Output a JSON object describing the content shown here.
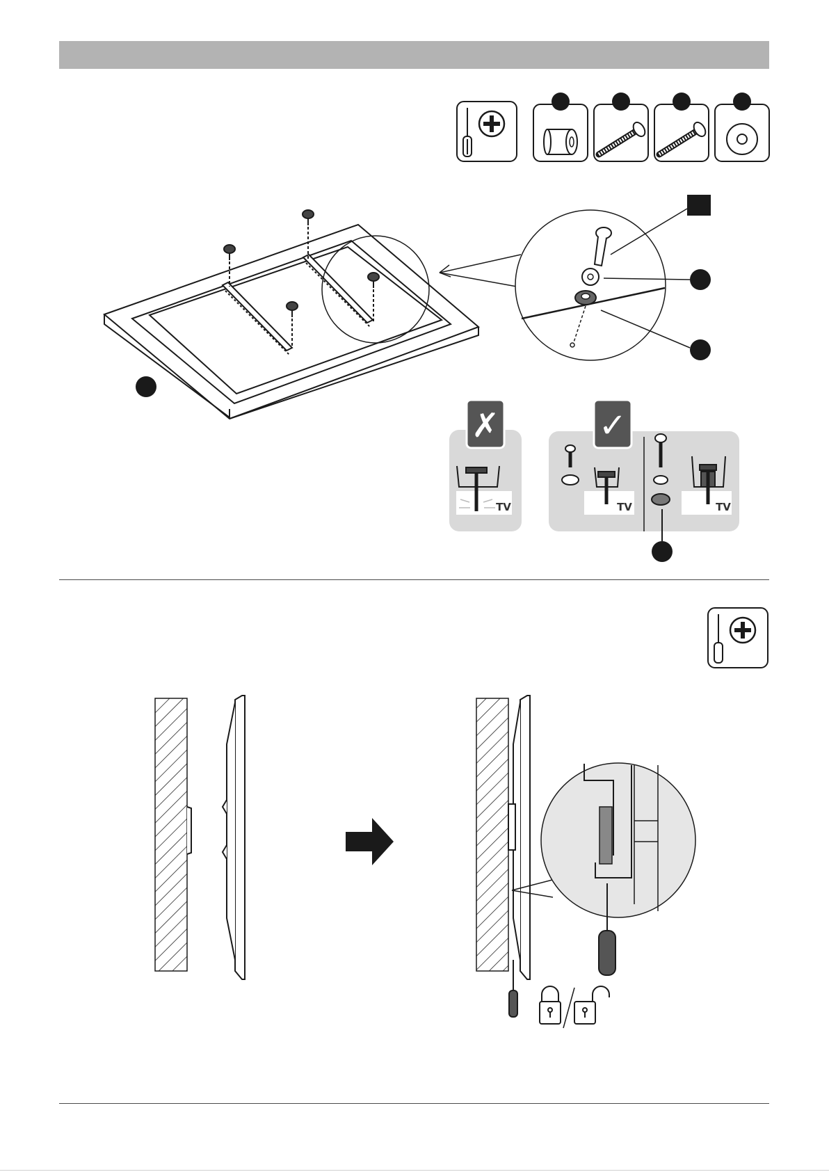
{
  "page": {
    "tool_icon_name": "phillips-screwdriver-icon",
    "parts_icons": [
      "spacer-icon",
      "long-bolt-icon",
      "medium-bolt-icon",
      "washer-icon"
    ],
    "panel_labels": {
      "wrong": {
        "mark": "✗",
        "tv": "TV"
      },
      "right_a": {
        "mark": "✓",
        "tv": "TV"
      },
      "right_b": {
        "tv": "TV"
      }
    },
    "colors": {
      "header_bar": "#b3b3b3",
      "ink": "#1a1a1a",
      "panel_bg": "#d9d9d9",
      "mark_bg": "#555555"
    }
  }
}
